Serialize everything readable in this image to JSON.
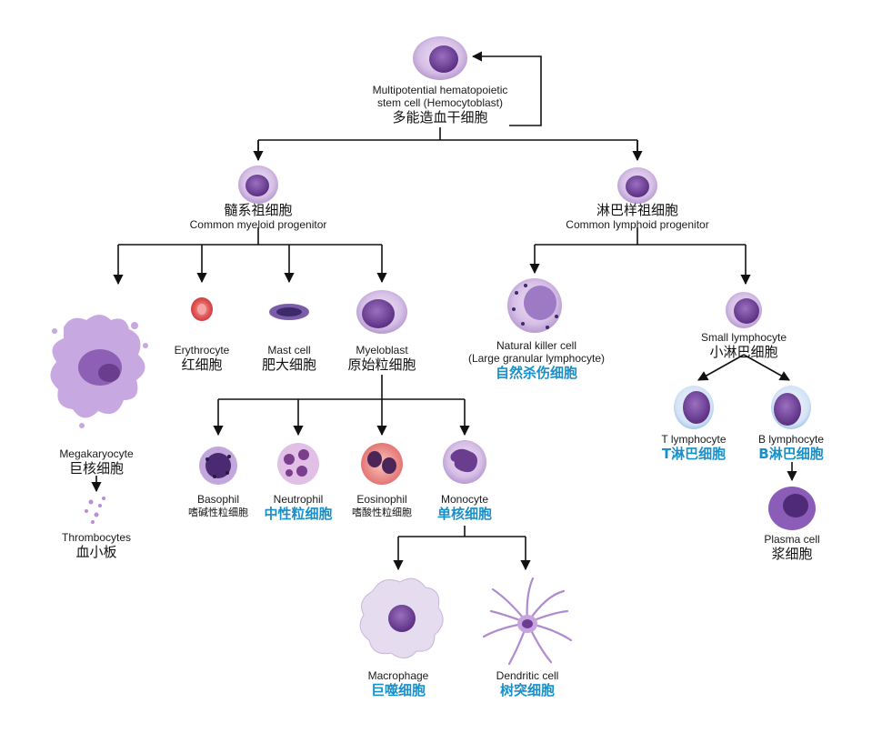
{
  "colors": {
    "line": "#111111",
    "highlight": "#1a8fc8",
    "cell": "#c9a9dd",
    "nucleus": "#6a3d8f"
  },
  "nodes": {
    "stem": {
      "en1": "Multipotential hematopoietic",
      "en2": "stem cell (Hemocytoblast)",
      "zh": "多能造血干细胞"
    },
    "myeloid": {
      "zh": "髓系祖细胞",
      "en": "Common myeloid progenitor"
    },
    "lymphoid": {
      "zh": "淋巴样祖细胞",
      "en": "Common lymphoid progenitor"
    },
    "megakaryocyte": {
      "en": "Megakaryocyte",
      "zh": "巨核细胞"
    },
    "thrombocytes": {
      "en": "Thrombocytes",
      "zh": "血小板"
    },
    "erythrocyte": {
      "en": "Erythrocyte",
      "zh": "红细胞"
    },
    "mast": {
      "en": "Mast cell",
      "zh": "肥大细胞"
    },
    "myeloblast": {
      "en": "Myeloblast",
      "zh": "原始粒细胞"
    },
    "basophil": {
      "en": "Basophil",
      "zh": "嗜碱性粒细胞"
    },
    "neutrophil": {
      "en": "Neutrophil",
      "zh": "中性粒细胞"
    },
    "eosinophil": {
      "en": "Eosinophil",
      "zh": "嗜酸性粒细胞"
    },
    "monocyte": {
      "en": "Monocyte",
      "zh": "单核细胞"
    },
    "macrophage": {
      "en": "Macrophage",
      "zh": "巨噬细胞"
    },
    "dendritic": {
      "en": "Dendritic cell",
      "zh": "树突细胞"
    },
    "nk": {
      "en1": "Natural killer cell",
      "en2": "(Large granular lymphocyte)",
      "zh": "自然杀伤细胞"
    },
    "small_lymph": {
      "en": "Small lymphocyte",
      "zh": "小淋巴细胞"
    },
    "t_lymph": {
      "en": "T lymphocyte",
      "zh": "T淋巴细胞"
    },
    "b_lymph": {
      "en": "B lymphocyte",
      "zh": "B淋巴细胞"
    },
    "plasma": {
      "en": "Plasma cell",
      "zh": "浆细胞"
    }
  }
}
